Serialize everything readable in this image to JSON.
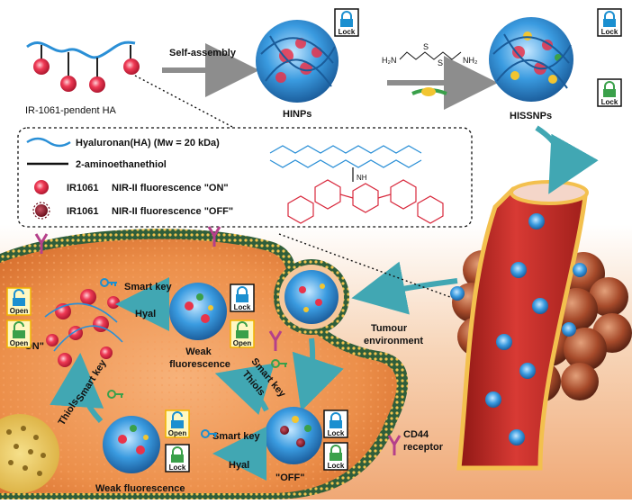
{
  "top": {
    "polymer_label": "IR-1061-pendent HA",
    "step1": "Self-assembly",
    "hinps": "HINPs",
    "hissnps": "HISSNPs",
    "chem_left": "H₂N",
    "chem_right": "NH₂",
    "chem_s1": "S",
    "chem_s2": "S"
  },
  "legend": {
    "ha": "Hyaluronan(HA) (Mw = 20 kDa)",
    "linker": "2-aminoethanethiol",
    "on_name": "IR1061",
    "on_desc": "NIR-II fluorescence \"ON\"",
    "off_name": "IR1061",
    "off_desc": "NIR-II fluorescence \"OFF\"",
    "structure_note": "NH"
  },
  "locks": {
    "lock": "Lock",
    "open": "Open"
  },
  "cell": {
    "smart_key": "Smart key",
    "hyal": "Hyal",
    "thiols": "Thiols",
    "weak_fluorescence": "Weak fluorescence",
    "weak_fluorescence_2": "Weak\nfluorescence",
    "on_state": "\"ON\"",
    "off_state": "\"OFF\"",
    "tumour_env": "Tumour\nenvironment",
    "cd44": "CD44\nreceptor"
  },
  "colors": {
    "ha_blue": "#2a8fd6",
    "dye_red": "#e8334a",
    "cell_orange": "#e88a3c",
    "membrane": "#f2b84a",
    "vessel": "#c8322c",
    "tumour": "#8a3a22",
    "lock_blue": "#1b8fd0",
    "lock_green": "#3aa04a",
    "arrow_teal": "#3aa6b0"
  }
}
